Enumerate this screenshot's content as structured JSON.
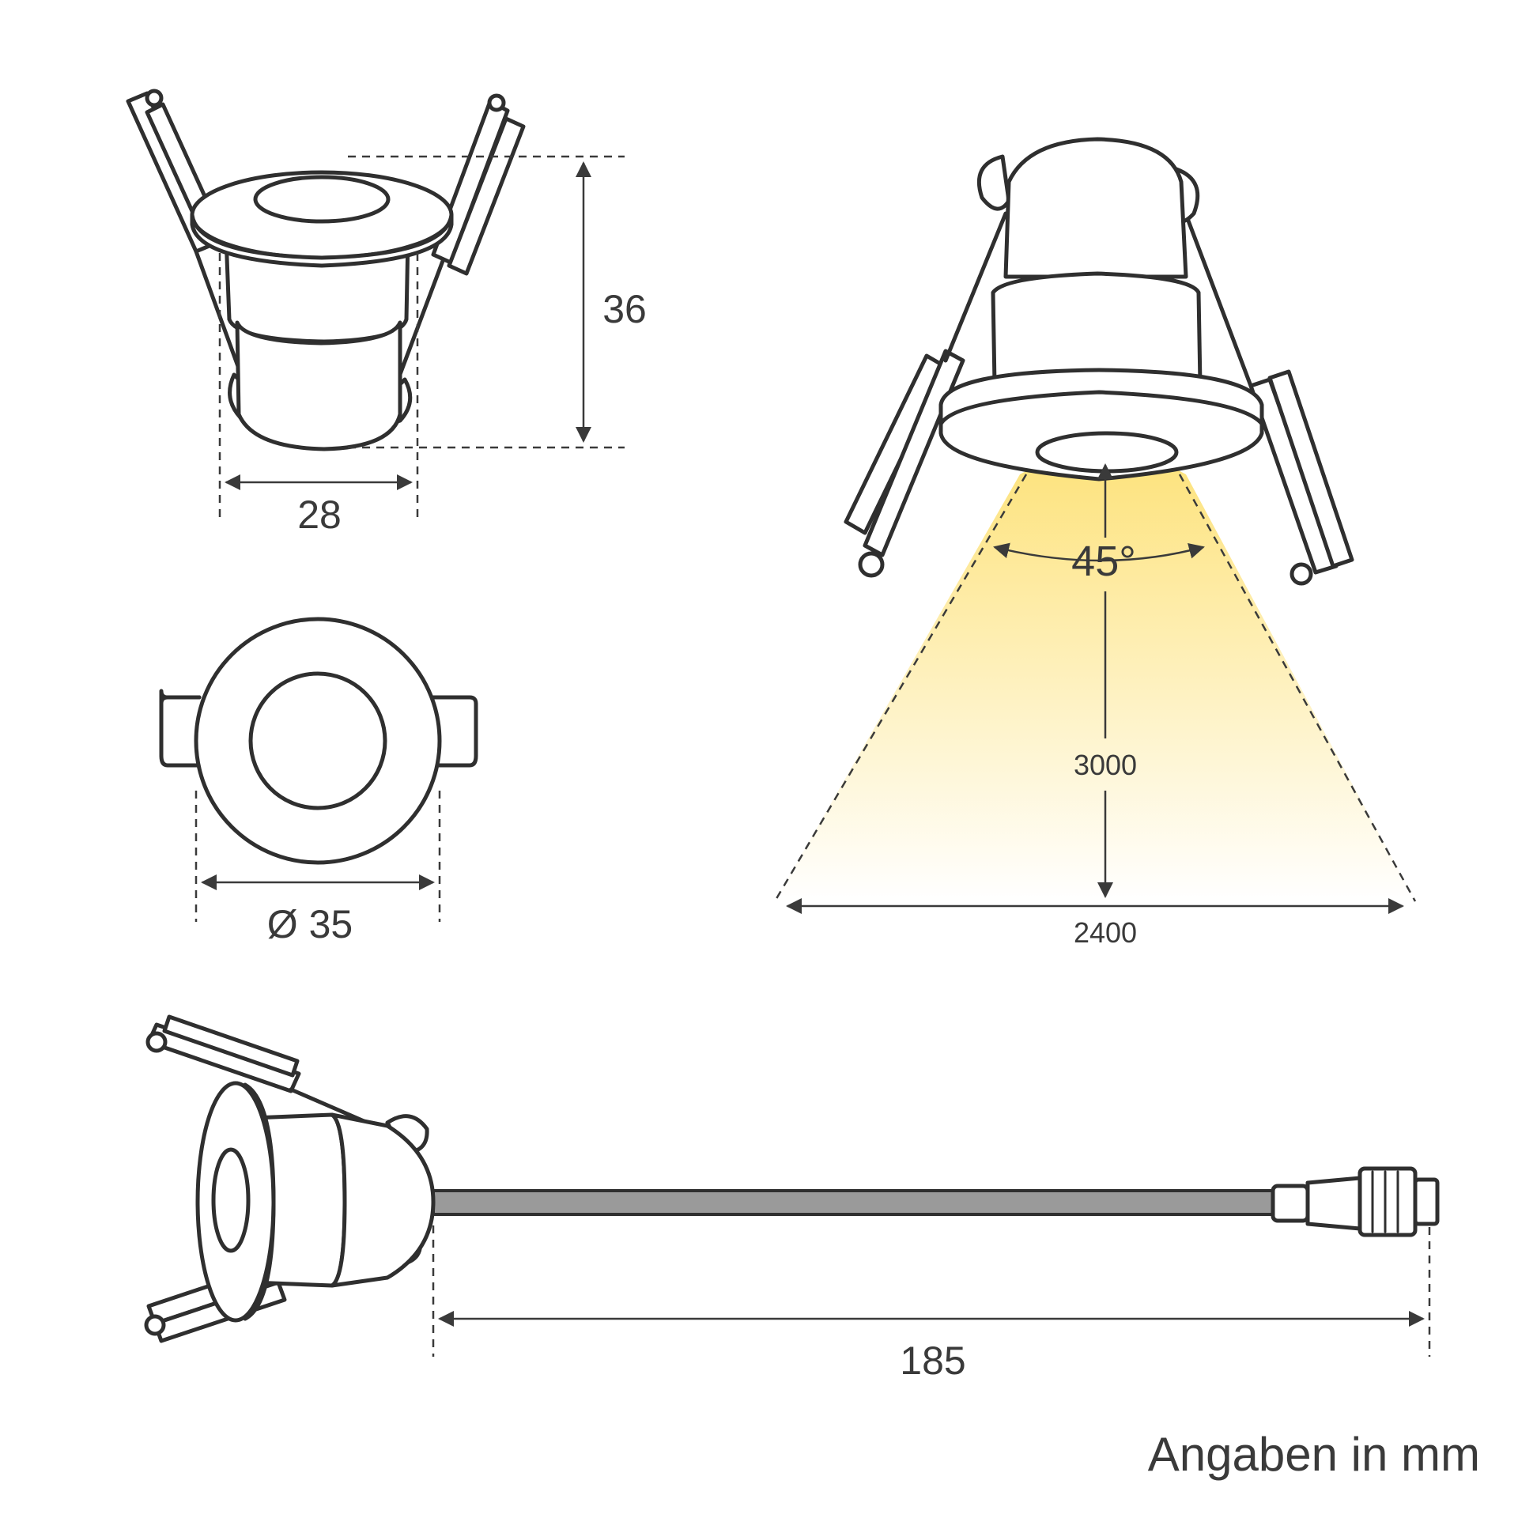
{
  "dimensions": {
    "height_label": "36",
    "width_label": "28",
    "diameter_label": "Ø 35",
    "length_label": "185"
  },
  "beam": {
    "angle_label": "45°",
    "distance_label": "3000",
    "spread_label": "2400",
    "color_top": "#fde27a",
    "color_bottom": "#ffffff"
  },
  "footer": {
    "units_note": "Angaben in mm"
  },
  "colors": {
    "line": "#2f2f2f",
    "cable": "#9a9a9a",
    "text": "#3a3a3a"
  }
}
